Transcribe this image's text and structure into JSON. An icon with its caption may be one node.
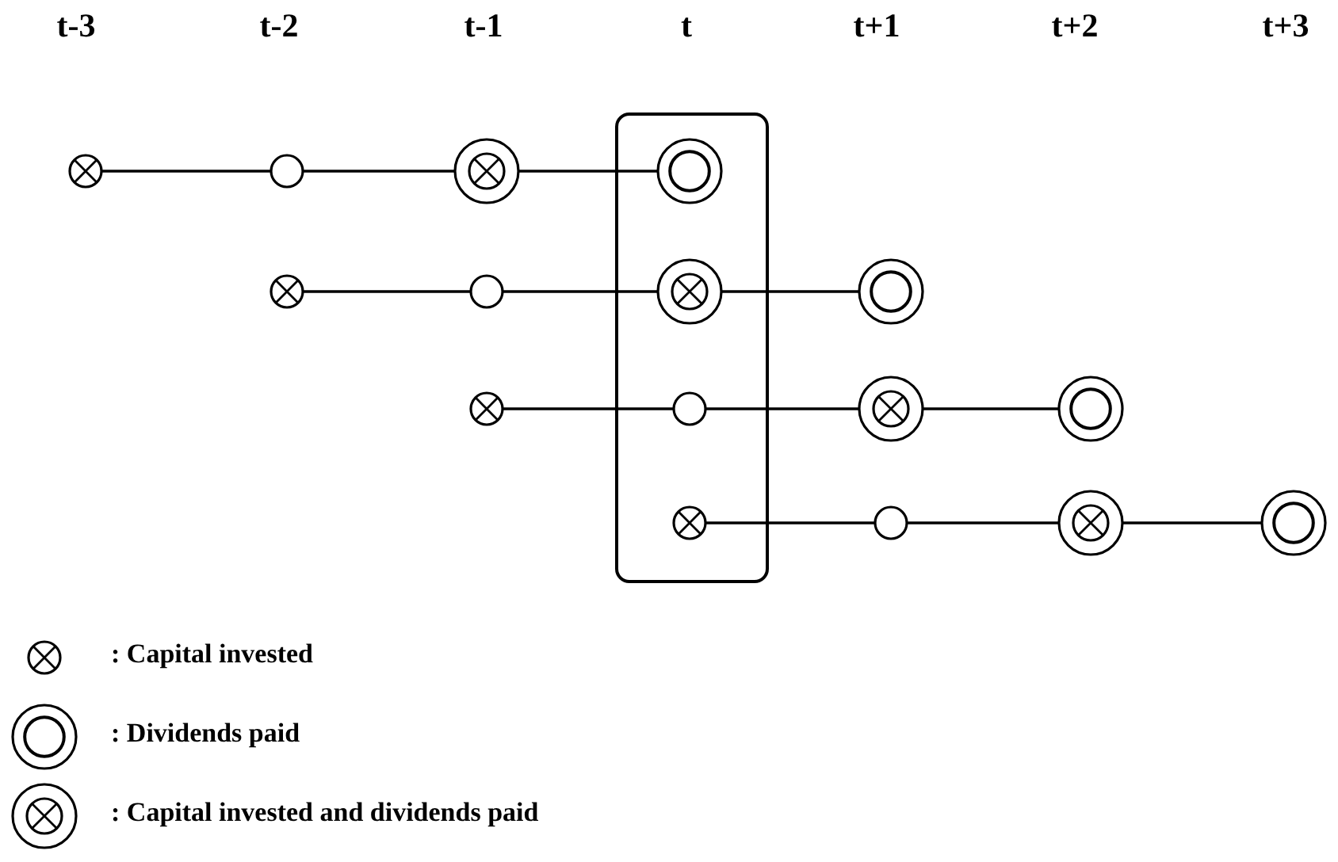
{
  "diagram": {
    "nodes": [
      {
        "text": [],
        "shape": "box"
      },
      {
        "text": [],
        "shape": "crossed-circle"
      },
      {
        "text": [],
        "shape": "circle"
      },
      {
        "text": [],
        "shape": "crossed-double-circle"
      },
      {
        "text": [],
        "shape": "double-circle",
        "in": 0
      },
      {
        "text": [],
        "shape": "crossed-circle"
      },
      {
        "text": [],
        "shape": "circle"
      },
      {
        "text": [],
        "shape": "crossed-double-circle",
        "in": 0
      },
      {
        "text": [],
        "shape": "double-circle"
      },
      {
        "text": [],
        "shape": "crossed-circle"
      },
      {
        "text": [],
        "shape": "circle",
        "in": 0
      },
      {
        "text": [],
        "shape": "crossed-double-circle"
      },
      {
        "text": [],
        "shape": "double-circle"
      },
      {
        "text": [],
        "shape": "crossed-circle",
        "in": 0
      },
      {
        "text": [],
        "shape": "circle"
      },
      {
        "text": [],
        "shape": "crossed-double-circle"
      },
      {
        "text": [],
        "shape": "double-circle"
      }
    ],
    "edges": [
      {
        "from": 1,
        "to": 2,
        "arrow": "none"
      },
      {
        "from": 2,
        "to": 3,
        "arrow": "none"
      },
      {
        "from": 3,
        "to": 4,
        "arrow": "none"
      },
      {
        "from": 5,
        "to": 6,
        "arrow": "none"
      },
      {
        "from": 6,
        "to": 7,
        "arrow": "none"
      },
      {
        "from": 7,
        "to": 8,
        "arrow": "none"
      },
      {
        "from": 9,
        "to": 10,
        "arrow": "none"
      },
      {
        "from": 10,
        "to": 11,
        "arrow": "none"
      },
      {
        "from": 11,
        "to": 12,
        "arrow": "none"
      },
      {
        "from": 13,
        "to": 14,
        "arrow": "none"
      },
      {
        "from": 14,
        "to": 15,
        "arrow": "none"
      },
      {
        "from": 15,
        "to": 16,
        "arrow": "none"
      }
    ],
    "labels": [
      "t-3",
      "t-2",
      "t-1",
      "t",
      "t+1",
      "t+2",
      "t+3"
    ],
    "legend": [
      {
        "text": ": Capital invested"
      },
      {
        "text": ": Dividends paid"
      },
      {
        "text": ": Capital invested and dividends paid"
      }
    ]
  }
}
